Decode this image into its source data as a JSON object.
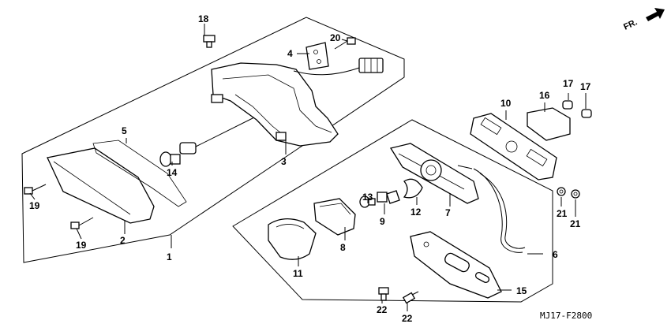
{
  "diagram": {
    "drawing_code": "MJ17-F2800",
    "direction_label": "FR.",
    "callouts": [
      {
        "id": "c1",
        "label": "1"
      },
      {
        "id": "c2",
        "label": "2"
      },
      {
        "id": "c3",
        "label": "3"
      },
      {
        "id": "c4",
        "label": "4"
      },
      {
        "id": "c5",
        "label": "5"
      },
      {
        "id": "c6",
        "label": "6"
      },
      {
        "id": "c7",
        "label": "7"
      },
      {
        "id": "c8",
        "label": "8"
      },
      {
        "id": "c9",
        "label": "9"
      },
      {
        "id": "c10",
        "label": "10"
      },
      {
        "id": "c11",
        "label": "11"
      },
      {
        "id": "c12",
        "label": "12"
      },
      {
        "id": "c13",
        "label": "13"
      },
      {
        "id": "c14",
        "label": "14"
      },
      {
        "id": "c15",
        "label": "15"
      },
      {
        "id": "c16",
        "label": "16"
      },
      {
        "id": "c17a",
        "label": "17"
      },
      {
        "id": "c17b",
        "label": "17"
      },
      {
        "id": "c18",
        "label": "18"
      },
      {
        "id": "c19a",
        "label": "19"
      },
      {
        "id": "c19b",
        "label": "19"
      },
      {
        "id": "c20",
        "label": "20"
      },
      {
        "id": "c21a",
        "label": "21"
      },
      {
        "id": "c21b",
        "label": "21"
      },
      {
        "id": "c22a",
        "label": "22"
      },
      {
        "id": "c22b",
        "label": "22"
      }
    ]
  }
}
